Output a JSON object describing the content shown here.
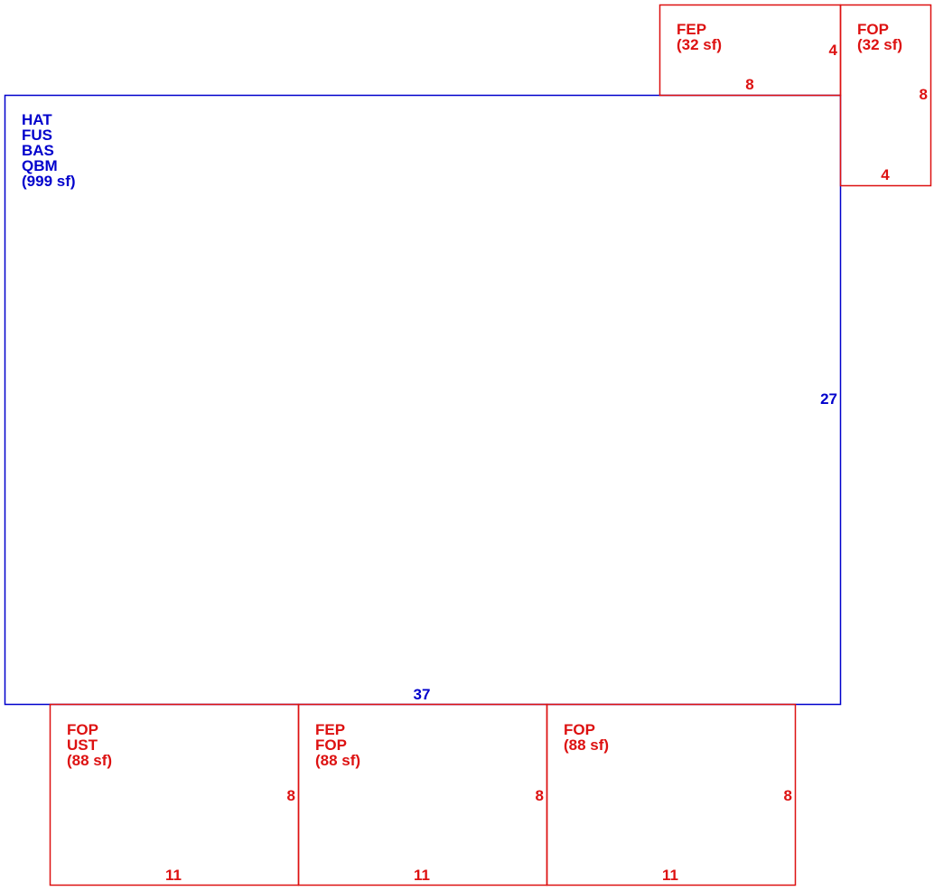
{
  "colors": {
    "main": "#0000cc",
    "addition": "#dd1111",
    "background": "#ffffff"
  },
  "main_area": {
    "codes": [
      "HAT",
      "FUS",
      "BAS",
      "QBM"
    ],
    "area": "(999 sf)",
    "dim_right": "27",
    "dim_bottom": "37"
  },
  "top_fep": {
    "codes": [
      "FEP"
    ],
    "area": "(32 sf)",
    "dim_right": "4",
    "dim_bottom": "8"
  },
  "top_fop": {
    "codes": [
      "FOP"
    ],
    "area": "(32 sf)",
    "dim_right": "8",
    "dim_bottom": "4"
  },
  "bottom_left": {
    "codes": [
      "FOP",
      "UST"
    ],
    "area": "(88 sf)",
    "dim_right": "8",
    "dim_bottom": "11"
  },
  "bottom_middle": {
    "codes": [
      "FEP",
      "FOP"
    ],
    "area": "(88 sf)",
    "dim_right": "8",
    "dim_bottom": "11"
  },
  "bottom_right": {
    "codes": [
      "FOP"
    ],
    "area": "(88 sf)",
    "dim_right": "8",
    "dim_bottom": "11"
  }
}
